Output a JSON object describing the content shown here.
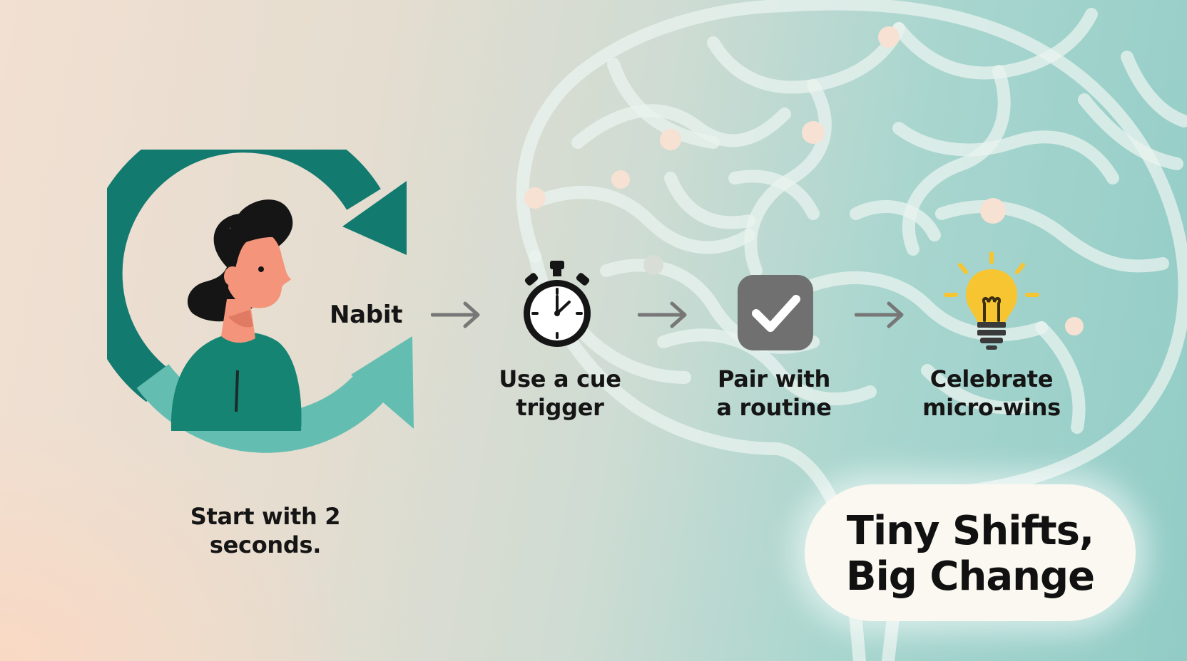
{
  "loop_label": "Nabit",
  "start_caption": {
    "line1": "Start with 2",
    "line2": "seconds."
  },
  "steps": [
    {
      "icon": "stopwatch-icon",
      "line1": "Use a cue",
      "line2": "trigger"
    },
    {
      "icon": "checkmark-icon",
      "line1": "Pair with",
      "line2": "a routine"
    },
    {
      "icon": "lightbulb-icon",
      "line1": "Celebrate",
      "line2": "micro-wins"
    }
  ],
  "tagline": {
    "line1": "Tiny Shifts,",
    "line2": "Big Change"
  },
  "colors": {
    "loop_dark": "#137a70",
    "loop_light": "#64bdb1",
    "skin": "#f4957b",
    "hair": "#151515",
    "shirt": "#158473",
    "arrow_gray": "#777777",
    "check_box": "#707070",
    "bulb": "#f7c531"
  }
}
